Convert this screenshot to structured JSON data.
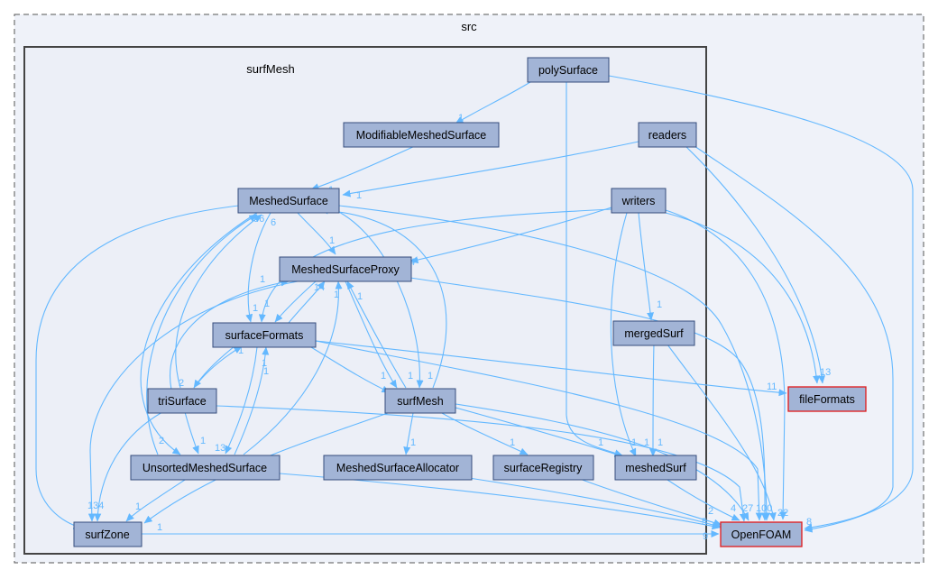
{
  "colors": {
    "outer_fill": "#eff2f9",
    "outer_stroke": "#555555",
    "inner_fill": "#eceff7",
    "inner_stroke": "#444444",
    "node_fill": "#a2b4d6",
    "node_stroke": "#364d7c",
    "external_stroke": "#e0191a",
    "edge": "#63b8ff"
  },
  "clusters": {
    "outer": "src",
    "inner": "surfMesh"
  },
  "nodes": {
    "polySurface": "polySurface",
    "modifiable": "ModifiableMeshedSurface",
    "readers": "readers",
    "meshedSurface": "MeshedSurface",
    "writers": "writers",
    "proxy": "MeshedSurfaceProxy",
    "surfaceFormats": "surfaceFormats",
    "mergedSurf": "mergedSurf",
    "triSurface": "triSurface",
    "surfMeshNode": "surfMesh",
    "unsorted": "UnsortedMeshedSurface",
    "allocator": "MeshedSurfaceAllocator",
    "registry": "surfaceRegistry",
    "meshedSurf": "meshedSurf",
    "surfZone": "surfZone",
    "fileFormats": "fileFormats",
    "openfoam": "OpenFOAM"
  },
  "edge_labels": {
    "l1": "1",
    "l2": "1",
    "l3": "1",
    "l4": "96",
    "l5": "6",
    "l6": "1",
    "l7": "4",
    "l8": "14",
    "l9": "1",
    "l10": "1",
    "l11": "1",
    "l12": "1",
    "l13": "1",
    "l14": "1",
    "l15": "2",
    "l16": "1",
    "l17": "1",
    "l18": "1",
    "l19": "2",
    "l20": "1",
    "l21": "13",
    "l22": "1",
    "l23": "1",
    "l24": "1",
    "l25": "1",
    "l26": "1",
    "l27": "1",
    "l28": "1",
    "l29": "1",
    "l30": "1",
    "l31": "11",
    "l32": "13",
    "l33": "1",
    "l34": "134",
    "l35": "1",
    "l36": "2",
    "l37": "4",
    "l38": "27",
    "l39": "100",
    "l40": "22",
    "l41": "8",
    "l42": "5",
    "l43": "9"
  }
}
